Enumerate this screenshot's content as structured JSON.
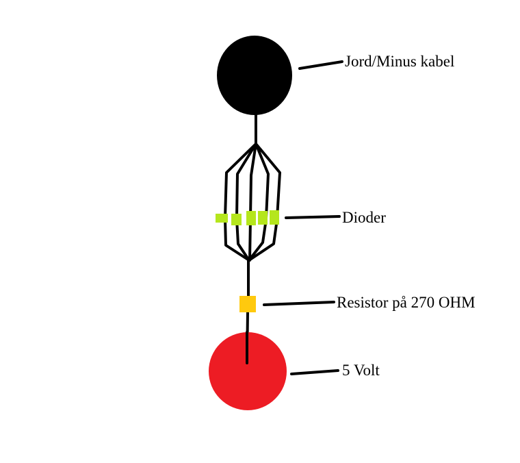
{
  "labels": {
    "ground": "Jord/Minus kabel",
    "diodes": "Dioder",
    "resistor": "Resistor på 270 OHM",
    "supply": "5 Volt"
  },
  "colors": {
    "ground_terminal": "#000000",
    "supply_terminal": "#ed1c24",
    "diode": "#b5e61d",
    "resistor": "#ffc90e",
    "wire": "#000000"
  },
  "diode_count": 5
}
